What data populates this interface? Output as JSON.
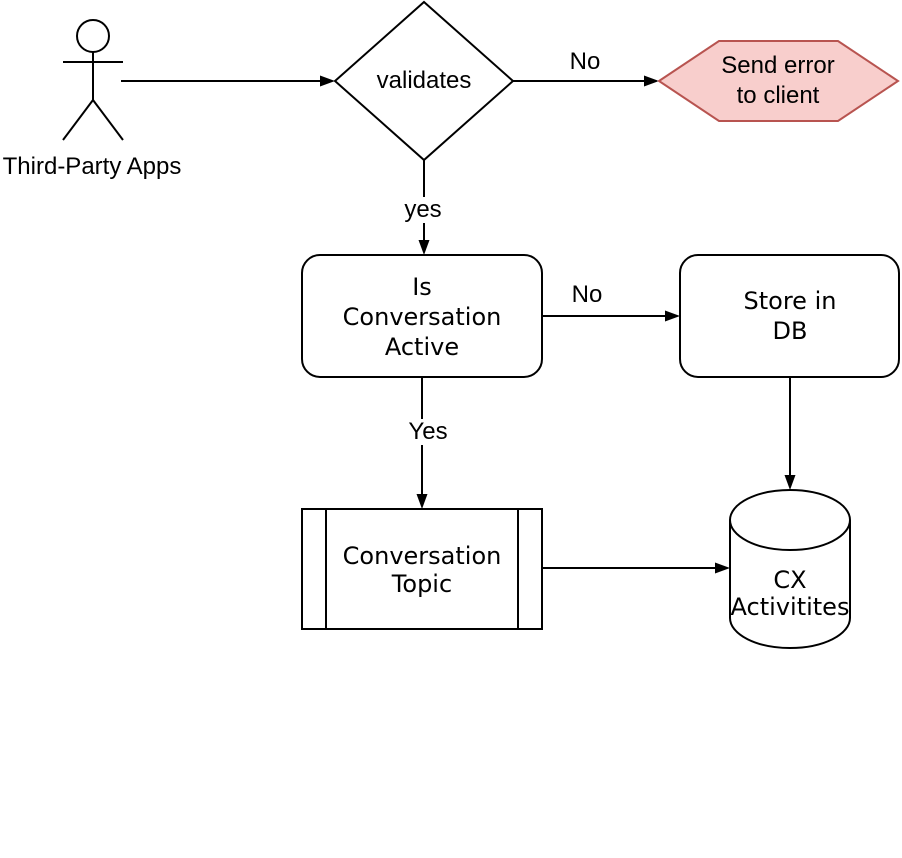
{
  "diagram": {
    "actor": {
      "label": "Third-Party Apps"
    },
    "nodes": {
      "validates": {
        "label": "validates",
        "type": "decision"
      },
      "send_error": {
        "label": "Send error to client",
        "type": "hexagon"
      },
      "is_conversation_active": {
        "label": "Is\nConversation\nActive",
        "type": "rounded-rect"
      },
      "store_in_db": {
        "label": "Store in DB",
        "type": "rounded-rect"
      },
      "conversation_topic": {
        "label": "Conversation\nTopic",
        "type": "subprocess"
      },
      "cx_activities": {
        "label": "CX\nActivitites",
        "type": "database-cylinder"
      }
    },
    "edge_labels": {
      "validates_to_send_error": "No",
      "validates_to_is_active": "yes",
      "is_active_to_store": "No",
      "is_active_to_topic": "Yes"
    },
    "colors": {
      "error_fill": "#f8cecc",
      "error_stroke": "#b85450",
      "stroke": "#000000",
      "background": "#ffffff"
    }
  }
}
